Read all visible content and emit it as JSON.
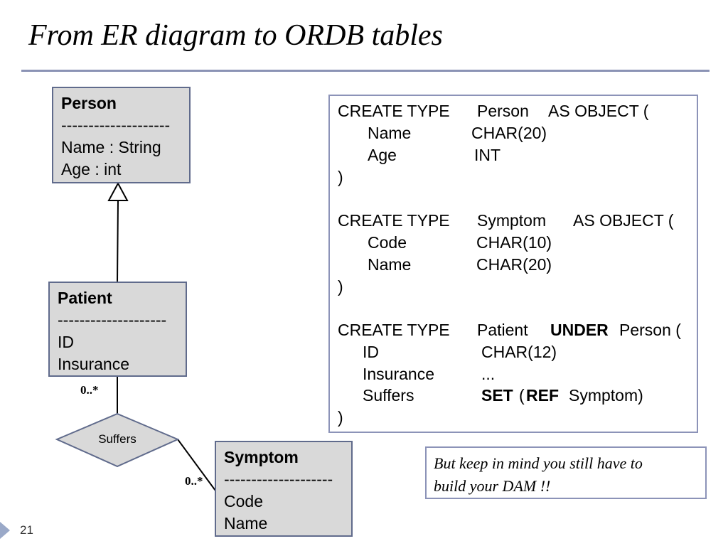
{
  "title": "From ER diagram to ORDB tables",
  "classes": {
    "person": {
      "name": "Person",
      "separator": "--------------------",
      "attributes": [
        "Name : String",
        "Age : int"
      ]
    },
    "patient": {
      "name": "Patient",
      "separator": "--------------------",
      "attributes": [
        "ID",
        "Insurance"
      ]
    },
    "symptom": {
      "name": "Symptom",
      "separator": "--------------------",
      "attributes": [
        "Code",
        "Name"
      ]
    }
  },
  "relationship": {
    "label": "Suffers",
    "patient_multiplicity": "0..*",
    "symptom_multiplicity": "0..*"
  },
  "code": {
    "person": {
      "header": [
        "CREATE TYPE",
        "Person",
        "AS OBJECT ("
      ],
      "fields": [
        [
          "Name",
          "CHAR(20)"
        ],
        [
          "Age",
          "INT"
        ]
      ],
      "close": ")"
    },
    "symptom": {
      "header": [
        "CREATE TYPE",
        "Symptom",
        "AS OBJECT ("
      ],
      "fields": [
        [
          "Code",
          "CHAR(10)"
        ],
        [
          "Name",
          "CHAR(20)"
        ]
      ],
      "close": ")"
    },
    "patient": {
      "header": [
        "CREATE TYPE",
        "Patient"
      ],
      "under_kw": "UNDER",
      "under_rest": "Person (",
      "fields": [
        [
          "ID",
          "CHAR(12)"
        ],
        [
          "Insurance",
          "..."
        ]
      ],
      "suffers_field": "Suffers",
      "suffers_set_kw": "SET",
      "suffers_paren": "(",
      "suffers_ref_kw": "REF",
      "suffers_rest": "Symptom)",
      "close": ")"
    }
  },
  "note": {
    "line1": "But keep in mind you still have to",
    "line2": "build your DAM !!"
  },
  "page_number": "21",
  "colors": {
    "box_fill": "#d9d9d9",
    "box_border": "#606b8c",
    "frame_border": "#8c93b8",
    "title_rule": "#8b93b5",
    "diamond_fill": "#d9d9d9"
  }
}
